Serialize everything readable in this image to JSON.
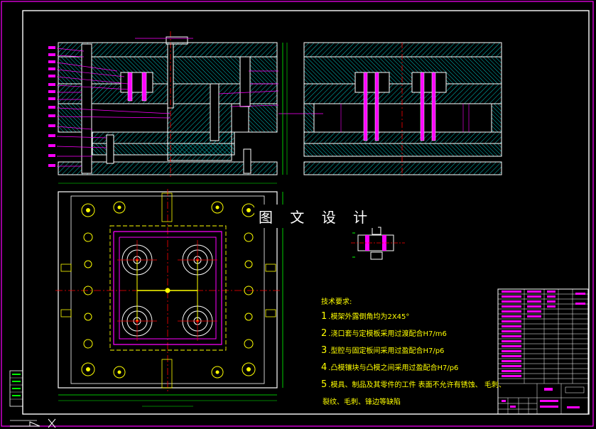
{
  "watermark": "图 文 设 计",
  "notes": {
    "heading": "技术要求:",
    "items": [
      {
        "num": "1",
        "text": ".模架外露倒角均为2X45°"
      },
      {
        "num": "2",
        "text": ".浇口套与定模板采用过渡配合H7/m6"
      },
      {
        "num": "3",
        "text": ".型腔与固定板间采用过盈配合H7/p6"
      },
      {
        "num": "4",
        "text": ".凸模镶块与凸模之间采用过盈配合H7/p6"
      },
      {
        "num": "5",
        "text": ".模具、制品及其零件的工件 表面不允许有锈蚀、 毛刺、"
      },
      {
        "num": "",
        "text": "裂纹、毛刺、锋边等缺陷"
      }
    ]
  },
  "ucs_icon": "ucs-axis-icon",
  "colors": {
    "background": "#000000",
    "frame": "#ff00ff",
    "steel": "#00ffff",
    "outline": "#ffffff",
    "hatch": "#00ffff",
    "centerline": "#ff0000",
    "leader": "#ff00ff",
    "text": "#ffff00"
  }
}
